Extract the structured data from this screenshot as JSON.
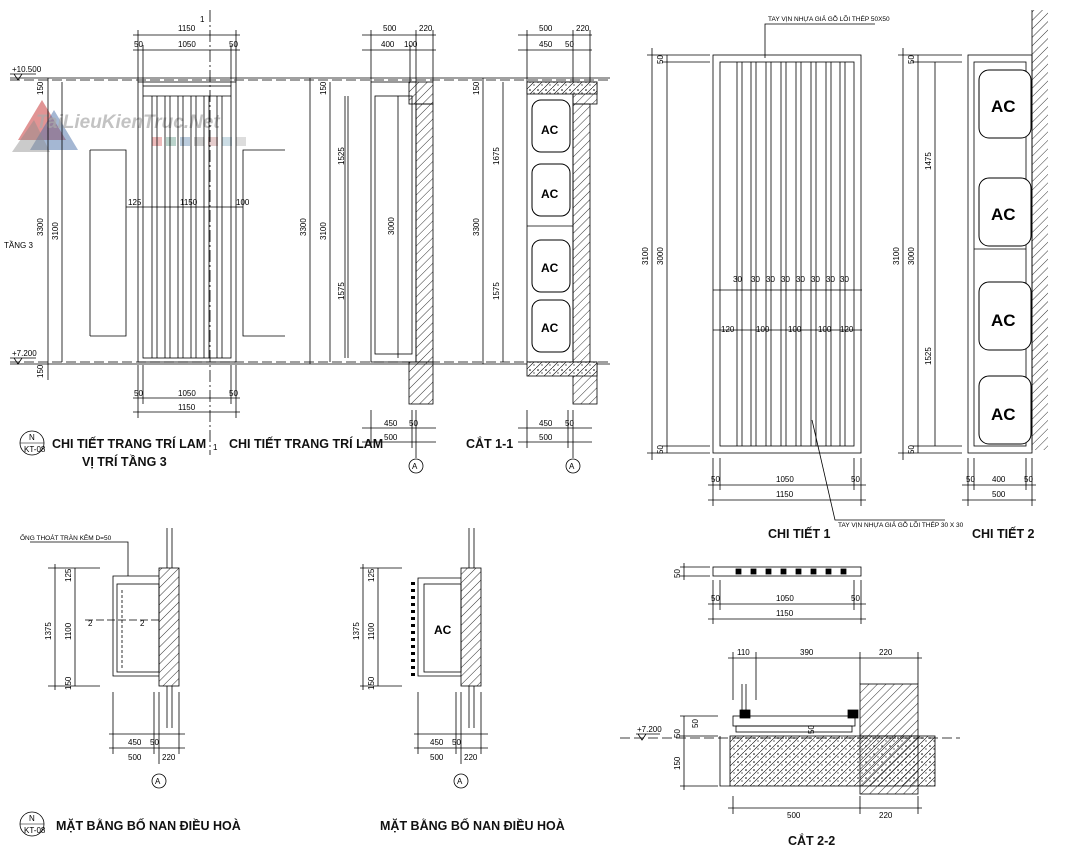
{
  "watermark": {
    "text": "TaiLieuKienTruc.Net"
  },
  "views": {
    "elevation": {
      "title_1": "CHI TIẾT TRANG TRÍ LAM",
      "title_2": "VỊ TRÍ TẦNG 3",
      "marker_top": "N",
      "marker_bottom": "KT-08",
      "section_mark": "1",
      "level_top": "+10.500",
      "level_bottom": "+7.200",
      "floor_label": "TẦNG 3",
      "dims": {
        "d1150": "1150",
        "d1050": "1050",
        "d50": "50",
        "d150": "150",
        "d3300": "3300",
        "d3100": "3100",
        "d125": "125",
        "d100": "100"
      }
    },
    "section_elev": {
      "title": "CHI TIẾT TRANG TRÍ LAM",
      "dims": {
        "d500": "500",
        "d220": "220",
        "d400": "400",
        "d100": "100",
        "d150": "150",
        "d3300": "3300",
        "d3100": "3100",
        "d1525": "1525",
        "d3000": "3000",
        "d1575": "1575",
        "d50": "50",
        "d450": "450"
      },
      "grid": "A"
    },
    "section_11": {
      "title": "CẮT 1-1",
      "dims": {
        "d500": "500",
        "d220": "220",
        "d450": "450",
        "d50": "50",
        "d150": "150",
        "d3300": "3300",
        "d1675": "1675",
        "d1575": "1575"
      },
      "grid": "A",
      "ac": [
        "AC",
        "AC",
        "AC",
        "AC"
      ]
    },
    "detail_1": {
      "title": "CHI TIẾT 1",
      "note_top": "TAY VỊN NHỰA GIẢ GỖ LÕI THÉP 50X50",
      "note_bottom": "TAY VỊN NHỰA GIẢ GỖ LÕI THÉP 30 X 30",
      "dims": {
        "d50": "50",
        "d3100": "3100",
        "d3000": "3000",
        "d30": "30",
        "d120": "120",
        "d100": "100",
        "d1050": "1050",
        "d1150": "1150"
      }
    },
    "detail_2": {
      "title": "CHI TIẾT 2",
      "dims": {
        "d50": "50",
        "d3100": "3100",
        "d3000": "3000",
        "d1475": "1475",
        "d1525": "1525",
        "d400": "400",
        "d500": "500"
      },
      "ac": [
        "AC",
        "AC",
        "AC",
        "AC"
      ]
    },
    "plan_1": {
      "title": "MẶT BẰNG BỐ NAN ĐIỀU HOÀ",
      "note": "ỐNG THOÁT TRÀN KẼM D=50",
      "marker_top": "N",
      "marker_bottom": "KT-08",
      "section_mark": "2",
      "dims": {
        "d1375": "1375",
        "d125": "125",
        "d1100": "1100",
        "d150": "150",
        "d450": "450",
        "d50": "50",
        "d500": "500",
        "d220": "220"
      },
      "grid": "A"
    },
    "plan_2": {
      "title": "MẶT BẰNG BỐ NAN ĐIỀU HOÀ",
      "ac": "AC",
      "dims": {
        "d1375": "1375",
        "d125": "125",
        "d1100": "1100",
        "d150": "150",
        "d450": "450",
        "d50": "50",
        "d500": "500",
        "d220": "220"
      },
      "grid": "A"
    },
    "strip": {
      "dims": {
        "d50": "50",
        "d1050": "1050",
        "d1150": "1150"
      }
    },
    "section_22": {
      "title": "CẮT 2-2",
      "level": "+7.200",
      "dims": {
        "d110": "110",
        "d390": "390",
        "d220": "220",
        "d50": "50",
        "d150": "150",
        "d500": "500"
      }
    }
  }
}
